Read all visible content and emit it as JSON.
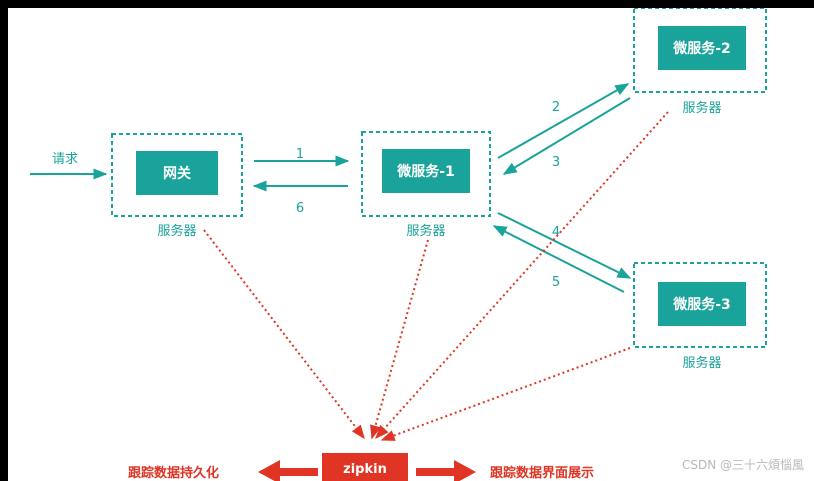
{
  "colors": {
    "teal": "#1aa39a",
    "red": "#e03424",
    "white": "#ffffff"
  },
  "request_label": "请求",
  "nodes": {
    "gateway": {
      "label": "网关",
      "caption": "服务器"
    },
    "ms1": {
      "label": "微服务-1",
      "caption": "服务器"
    },
    "ms2": {
      "label": "微服务-2",
      "caption": "服务器"
    },
    "ms3": {
      "label": "微服务-3",
      "caption": "服务器"
    }
  },
  "steps": [
    "1",
    "2",
    "3",
    "4",
    "5",
    "6"
  ],
  "zipkin": {
    "label": "zipkin"
  },
  "persist_label": "跟踪数据持久化",
  "display_label": "跟踪数据界面展示",
  "watermark": "CSDN @三十六煩惱風"
}
